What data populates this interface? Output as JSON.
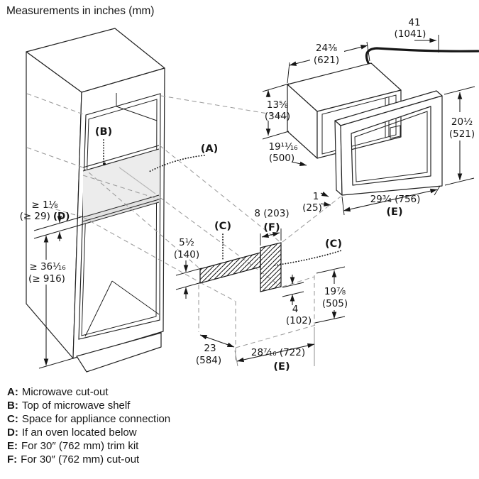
{
  "title": "Measurements in inches (mm)",
  "labels": {
    "a": "(A)",
    "b": "(B)",
    "c_left": "(C)",
    "c_right": "(C)",
    "d": "(D)",
    "e_frame": "(E)",
    "e_cutout": "(E)",
    "f": "(F)"
  },
  "dims": {
    "cord_in": "41",
    "cord_mm": "(1041)",
    "mw_width_in": "24³⁄₈",
    "mw_width_mm": "(621)",
    "mw_height_in": "13⁵⁄₈",
    "mw_height_mm": "(344)",
    "mw_depth_in": "19¹¹⁄₁₆",
    "mw_depth_mm": "(500)",
    "frame_height_in": "20¹⁄₂",
    "frame_height_mm": "(521)",
    "frame_width": "29³⁄₄ (756)",
    "frame_thick_in": "1",
    "frame_thick_mm": "(25)",
    "shelf_min_in": "≥ 1¹⁄₈",
    "shelf_min_mm": "(≥ 29)",
    "oven_min_in": "≥ 36¹⁄₁₆",
    "oven_min_mm": "(≥ 916)",
    "conn_height_in": "5¹⁄₂",
    "conn_height_mm": "(140)",
    "conn_width": "8 (203)",
    "conn_gap_in": "4",
    "conn_gap_mm": "(102)",
    "cutout_height_in": "19⁷⁄₈",
    "cutout_height_mm": "(505)",
    "cutout_depth_in": "23",
    "cutout_depth_mm": "(584)",
    "cutout_width": "28⁷⁄₁₆ (722)"
  },
  "legend": [
    {
      "key": "A:",
      "text": "Microwave cut-out"
    },
    {
      "key": "B:",
      "text": "Top of microwave shelf"
    },
    {
      "key": "C:",
      "text": "Space for appliance connection"
    },
    {
      "key": "D:",
      "text": "If an oven located below"
    },
    {
      "key": "E:",
      "text": "For 30″ (762 mm) trim kit"
    },
    {
      "key": "F:",
      "text": "For 30″ (762 mm) cut-out"
    }
  ]
}
